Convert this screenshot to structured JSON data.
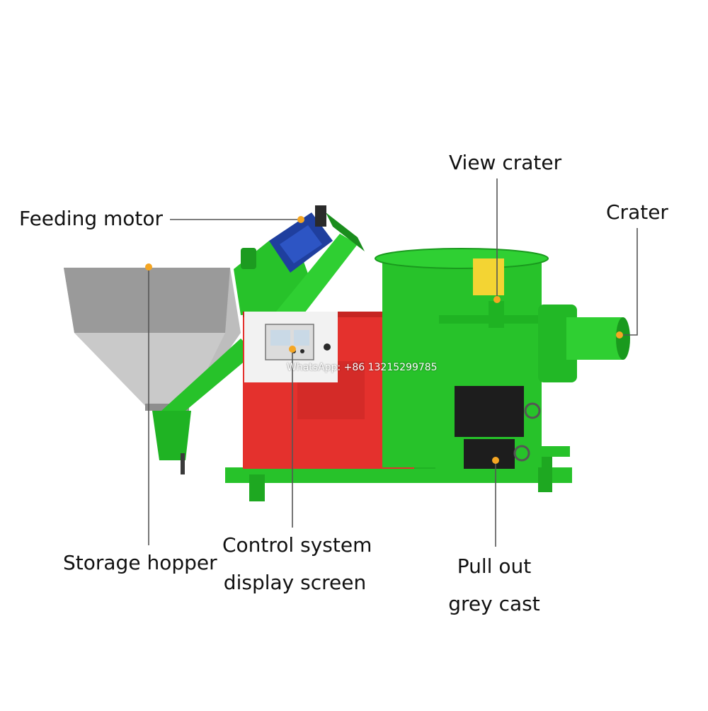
{
  "colors": {
    "machine_green": "#27c22a",
    "machine_green_dark": "#17931b",
    "cabinet_red": "#e4312d",
    "hopper_grey": "#b9b9b9",
    "motor_blue": "#1f3f9e",
    "leader_marker": "#f5a623",
    "leader_line": "#555555"
  },
  "labels": {
    "view_crater": "View crater",
    "crater": "Crater",
    "feeding_motor": "Feeding motor",
    "storage_hopper": "Storage hopper",
    "control_line1": "Control system",
    "control_line2": "display screen",
    "pull_out_line1": "Pull out",
    "pull_out_line2": "grey cast"
  },
  "watermark": "WhatsApp: +86 13215299785"
}
